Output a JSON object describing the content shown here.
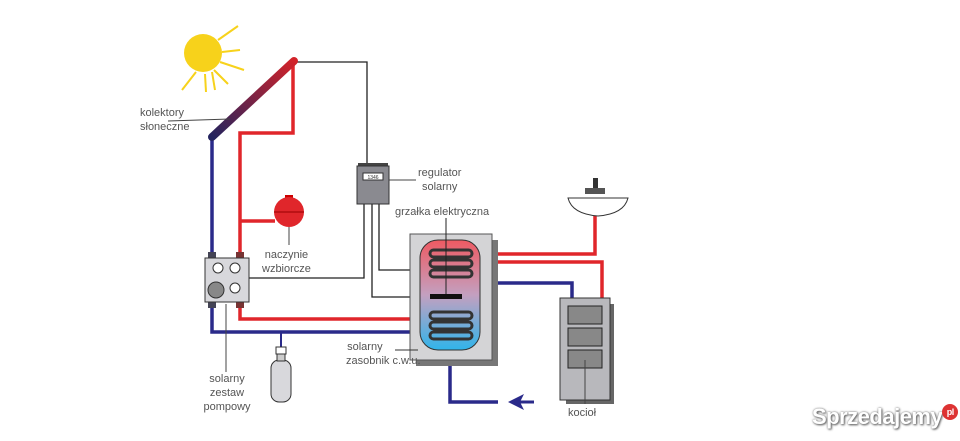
{
  "labels": {
    "collectors": [
      "kolektory",
      "słoneczne"
    ],
    "regulator": [
      "regulator",
      "solarny"
    ],
    "regulator_display": "1346",
    "heater": "grzałka elektryczna",
    "expansion_vessel": [
      "naczynie",
      "wzbiorcze"
    ],
    "tank": [
      "solarny",
      "zasobnik c.w.u."
    ],
    "pump_group": [
      "solarny",
      "zestaw",
      "pompowy"
    ],
    "boiler": "kocioł"
  },
  "watermark": {
    "text": "Sprzedajemy",
    "badge": "pl"
  },
  "colors": {
    "hot": "#e0262b",
    "cold": "#2a2a8a",
    "wire": "#222222",
    "sun": "#f7d21b",
    "tank_hot": "#e85a66",
    "tank_cold": "#3ab2e6",
    "equipment": "#b8b8bc"
  }
}
